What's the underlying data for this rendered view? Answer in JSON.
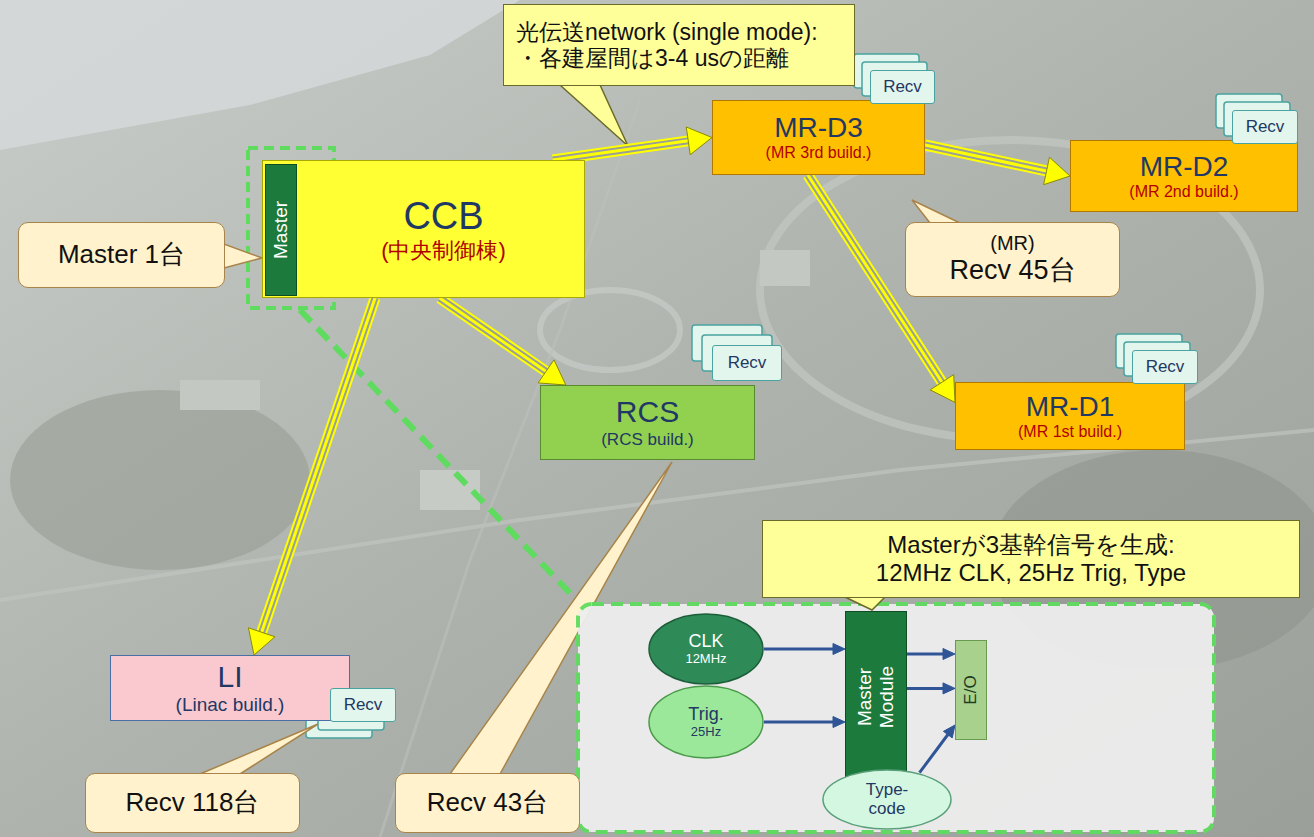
{
  "diagram": {
    "nodes": [
      {
        "text": [
          "光伝送network (single mode):",
          "・各建屋間は3-4 usの距離"
        ]
      },
      {
        "text": [
          "MR-D3",
          "(MR 3rd build.)"
        ]
      },
      {
        "text": [
          "Recv"
        ]
      },
      {
        "text": [
          "MR-D2",
          "(MR 2nd build.)"
        ]
      },
      {
        "text": [
          "Recv"
        ]
      },
      {
        "text": [
          "Master 1台"
        ]
      },
      {
        "text": [
          "CCB",
          "(中央制御棟)"
        ]
      },
      {
        "text": [
          "Master"
        ],
        "in": 6
      },
      {
        "text": [
          "(MR)",
          "Recv 45台"
        ]
      },
      {
        "text": [
          "RCS",
          "(RCS build.)"
        ]
      },
      {
        "text": [
          "Recv"
        ]
      },
      {
        "text": [
          "MR-D1",
          "(MR 1st build.)"
        ]
      },
      {
        "text": [
          "Recv"
        ]
      },
      {
        "text": [
          "Masterが3基幹信号を生成:",
          "12MHz CLK, 25Hz Trig, Type"
        ]
      },
      {
        "text": [
          "CLK",
          "12MHz"
        ]
      },
      {
        "text": [
          "Trig.",
          "25Hz"
        ]
      },
      {
        "text": [
          "Master Module"
        ]
      },
      {
        "text": [
          "E/O"
        ]
      },
      {
        "text": [
          "LI",
          "(Linac build.)"
        ]
      },
      {
        "text": [
          "Recv"
        ]
      },
      {
        "text": [
          "Type-code"
        ]
      },
      {
        "text": [
          "Recv 118台"
        ]
      },
      {
        "text": [
          "Recv 43台"
        ]
      }
    ],
    "edges": [
      {
        "from": 6,
        "to": 1,
        "arrow": "to"
      },
      {
        "from": 1,
        "to": 3,
        "arrow": "to"
      },
      {
        "from": 1,
        "to": 11,
        "arrow": "to"
      },
      {
        "from": 6,
        "to": 9,
        "arrow": "to"
      },
      {
        "from": 6,
        "to": 18,
        "arrow": "to"
      },
      {
        "from": 14,
        "to": 16,
        "arrow": "to"
      },
      {
        "from": 15,
        "to": 16,
        "arrow": "to"
      },
      {
        "from": 16,
        "to": 17,
        "arrow": "to"
      },
      {
        "from": 16,
        "to": 17,
        "arrow": "to"
      },
      {
        "from": 20,
        "to": 17,
        "arrow": "to"
      }
    ]
  }
}
